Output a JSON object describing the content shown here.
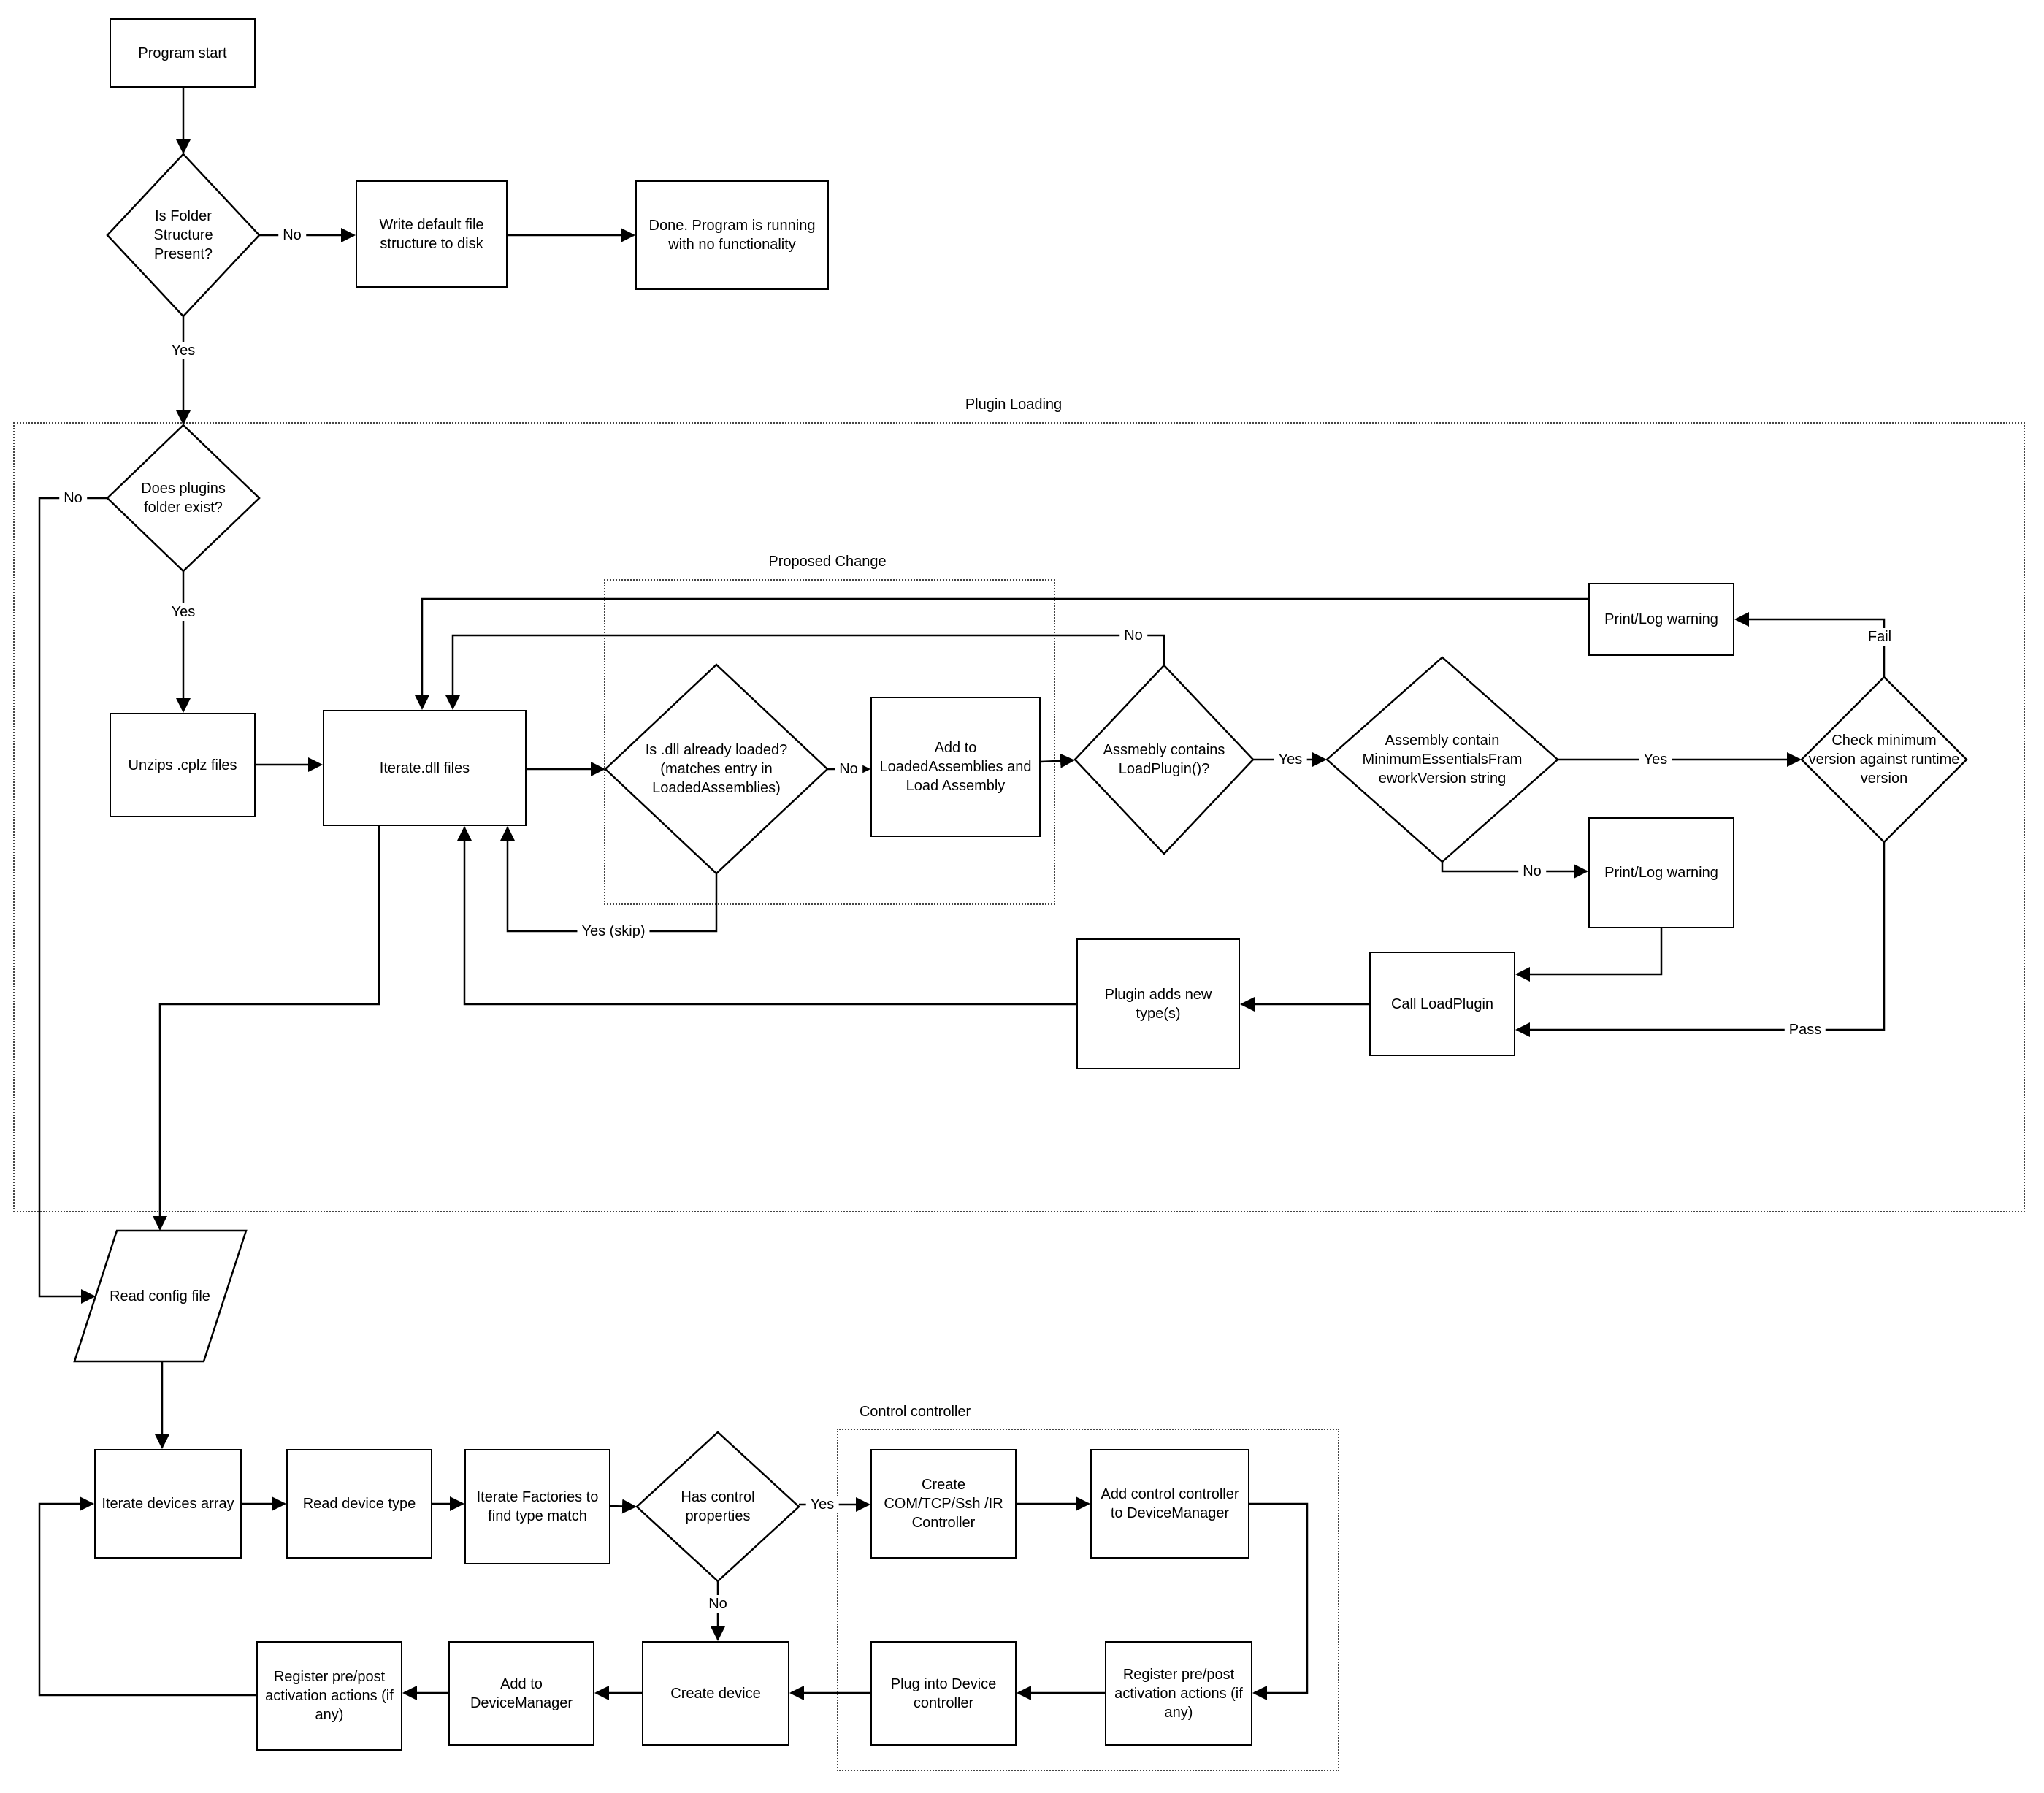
{
  "diagram": {
    "containers": {
      "plugin_loading": "Plugin Loading",
      "proposed_change": "Proposed Change",
      "control_controller": "Control controller"
    },
    "nodes": {
      "program_start": "Program start",
      "is_folder_structure_present": "Is Folder Structure Present?",
      "write_default_file_structure": "Write default file structure to disk",
      "done_no_functionality": "Done.  Program is running with no functionality",
      "does_plugins_folder_exist": "Does plugins folder exist?",
      "unzips_cplz_files": "Unzips .cplz files",
      "iterate_dll_files": "Iterate.dll files",
      "is_dll_already_loaded": "Is .dll already loaded? (matches entry in LoadedAssemblies)",
      "add_to_loaded_assemblies": "Add to LoadedAssemblies and Load Assembly",
      "assembly_contains_loadplugin": "Assmebly contains LoadPlugin()?",
      "assembly_contains_min_version": "Assembly contain MinimumEssentialsFrameworkVersion string",
      "check_minimum_version": "Check minimum version against runtime version",
      "print_log_warning_top": "Print/Log warning",
      "print_log_warning_bottom": "Print/Log warning",
      "call_loadplugin": "Call LoadPlugin",
      "plugin_adds_new_types": "Plugin adds new type(s)",
      "read_config_file": "Read config file",
      "iterate_devices_array": "Iterate devices array",
      "read_device_type": "Read device type",
      "iterate_factories": "Iterate Factories to find type match",
      "has_control_properties": "Has control properties",
      "create_com_tcp_ssh_ir": "Create COM/TCP/Ssh /IR Controller",
      "add_control_controller": "Add control controller to DeviceManager",
      "register_pre_post_right": "Register pre/post activation actions (if any)",
      "plug_into_device_controller": "Plug into Device controller",
      "create_device": "Create device",
      "add_to_device_manager": "Add to DeviceManager",
      "register_pre_post_left": "Register pre/post activation actions (if any)"
    },
    "edge_labels": {
      "folder_no": "No",
      "folder_yes": "Yes",
      "plugins_no": "No",
      "plugins_yes": "Yes",
      "dll_loaded_no": "No",
      "dll_loaded_yes_skip": "Yes (skip)",
      "loadplugin_no": "No",
      "loadplugin_yes": "Yes",
      "min_version_yes": "Yes",
      "min_version_no": "No",
      "check_fail": "Fail",
      "check_pass": "Pass",
      "control_yes": "Yes",
      "control_no": "No"
    }
  }
}
